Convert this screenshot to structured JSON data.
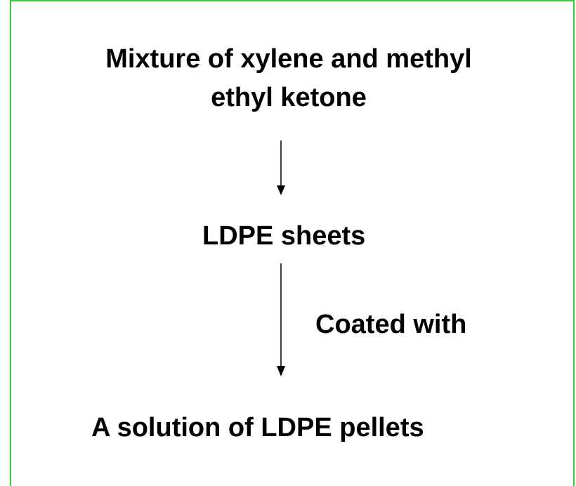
{
  "diagram": {
    "nodes": [
      {
        "id": "solvent",
        "line1": "Mixture of xylene and methyl",
        "line2": "ethyl ketone"
      },
      {
        "id": "sheets",
        "label": "LDPE sheets"
      },
      {
        "id": "solution",
        "label": "A solution of LDPE pellets"
      }
    ],
    "edges": [
      {
        "from": "solvent",
        "to": "sheets",
        "label": ""
      },
      {
        "from": "sheets",
        "to": "solution",
        "label": "Coated with"
      }
    ],
    "colors": {
      "frame": "#33cc33",
      "text": "#000000",
      "arrow": "#000000"
    }
  }
}
